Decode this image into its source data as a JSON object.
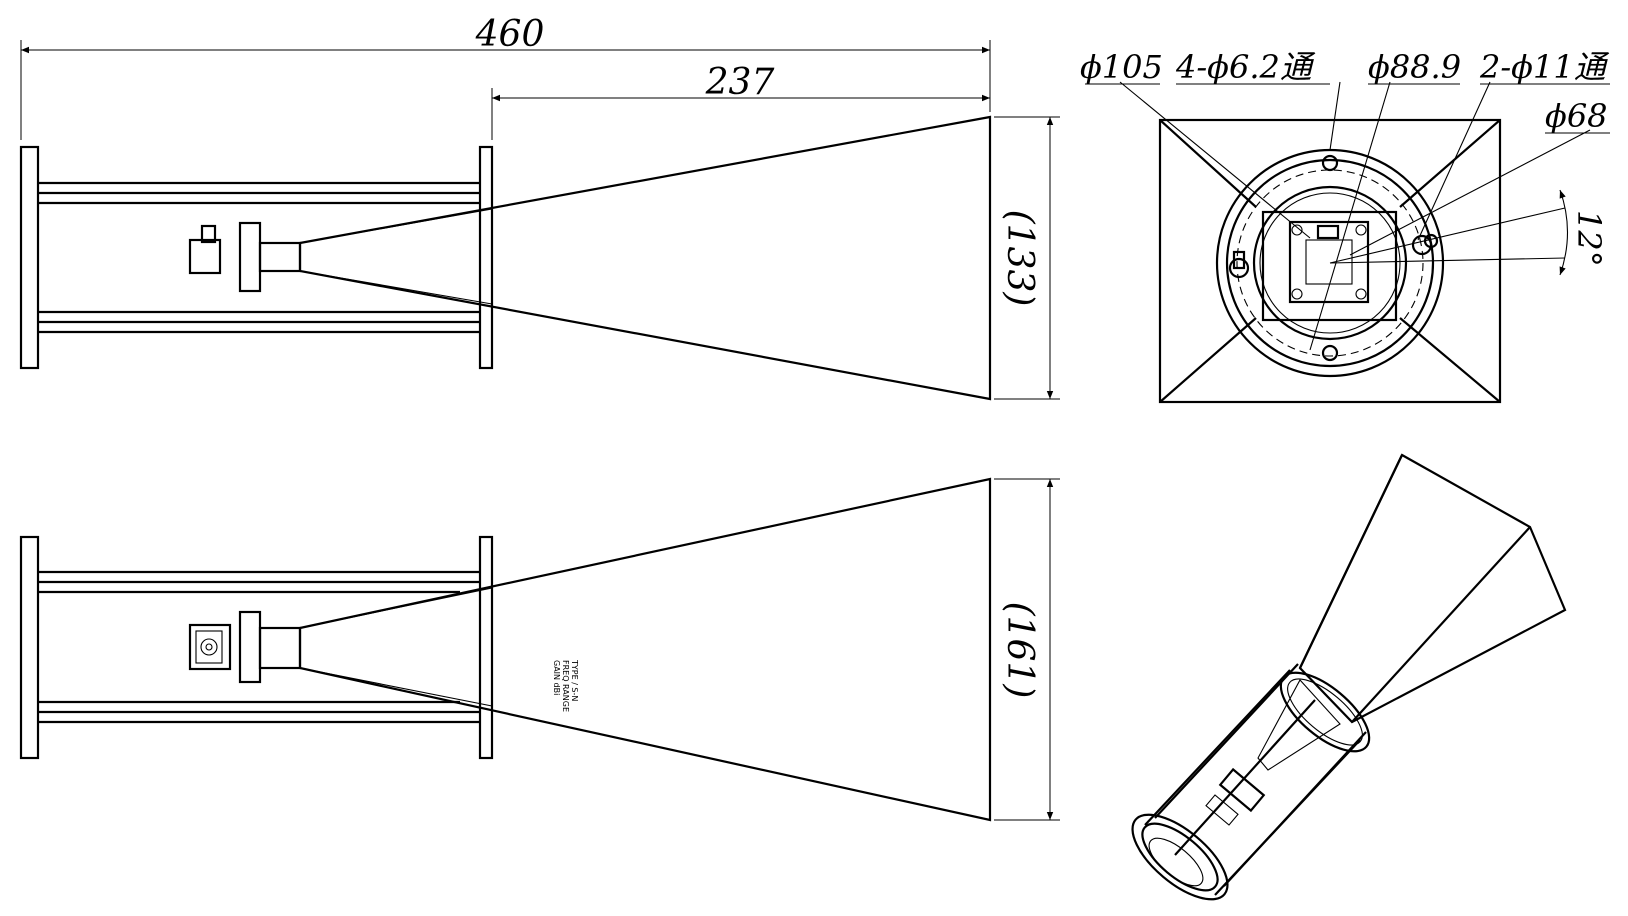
{
  "dimensions": {
    "overall_length": "460",
    "horn_length": "237",
    "aperture_height_top": "(133)",
    "aperture_height_bottom": "(161)",
    "outer_diameter": "ϕ105",
    "hole_pattern": "4-ϕ6.2通",
    "bolt_circle": "ϕ88.9",
    "mount_holes": "2-ϕ11通",
    "inner_diameter": "ϕ68",
    "angle": "12°"
  },
  "views": [
    "side-view-top",
    "side-view-bottom",
    "end-view",
    "isometric-view"
  ]
}
